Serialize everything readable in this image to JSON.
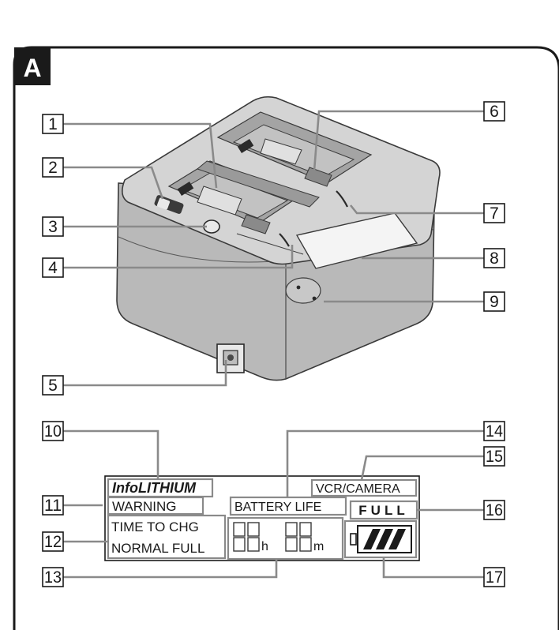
{
  "panel_label": "A",
  "callouts": [
    "1",
    "2",
    "3",
    "4",
    "5",
    "6",
    "7",
    "8",
    "9",
    "10",
    "11",
    "12",
    "13",
    "14",
    "15",
    "16",
    "17"
  ],
  "lcd": {
    "brand": "InfoLITHIUM",
    "warning": "WARNING",
    "time_to_chg": "TIME TO CHG",
    "normal_full": "NORMAL FULL",
    "battery_life": "BATTERY LIFE",
    "vcr_camera": "VCR/CAMERA",
    "full": "FULL",
    "digits": "88 88",
    "hours_unit": "h",
    "minutes_unit": "m"
  },
  "colors": {
    "body_gray": "#b9b9b9",
    "top_gray": "#d4d4d4",
    "leader_gray": "#8a8a8a",
    "ink": "#1a1a1a"
  }
}
